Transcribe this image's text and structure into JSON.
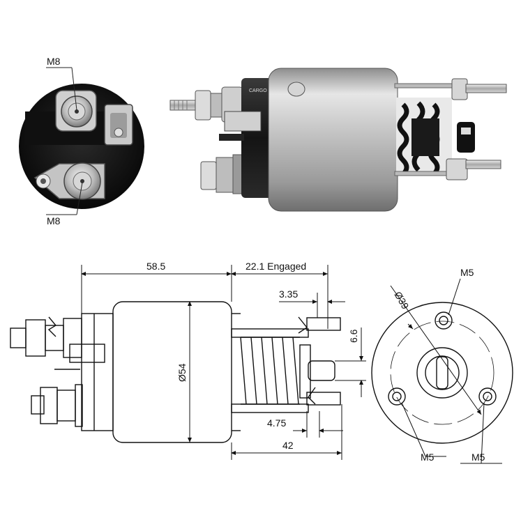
{
  "photo_labels": {
    "top_terminal": "M8",
    "bottom_terminal": "M8"
  },
  "photo_side": {
    "body_marking": "CARGO"
  },
  "dimensions": {
    "body_to_flange": "58.5",
    "engaged_travel": "22.1 Engaged",
    "stud_offset": "3.35",
    "eyelet_height": "6.6",
    "body_diameter": "Ø54",
    "nut_thickness": "4.75",
    "overall_plunger": "42"
  },
  "end_view": {
    "bolt_circle": "Ø39",
    "top_bolt": "M5",
    "left_bolt": "M5",
    "right_bolt": "M5"
  },
  "colors": {
    "ink": "#111111",
    "body_metal": "#b9b9b9",
    "terminal_black": "#1b1b1b"
  }
}
